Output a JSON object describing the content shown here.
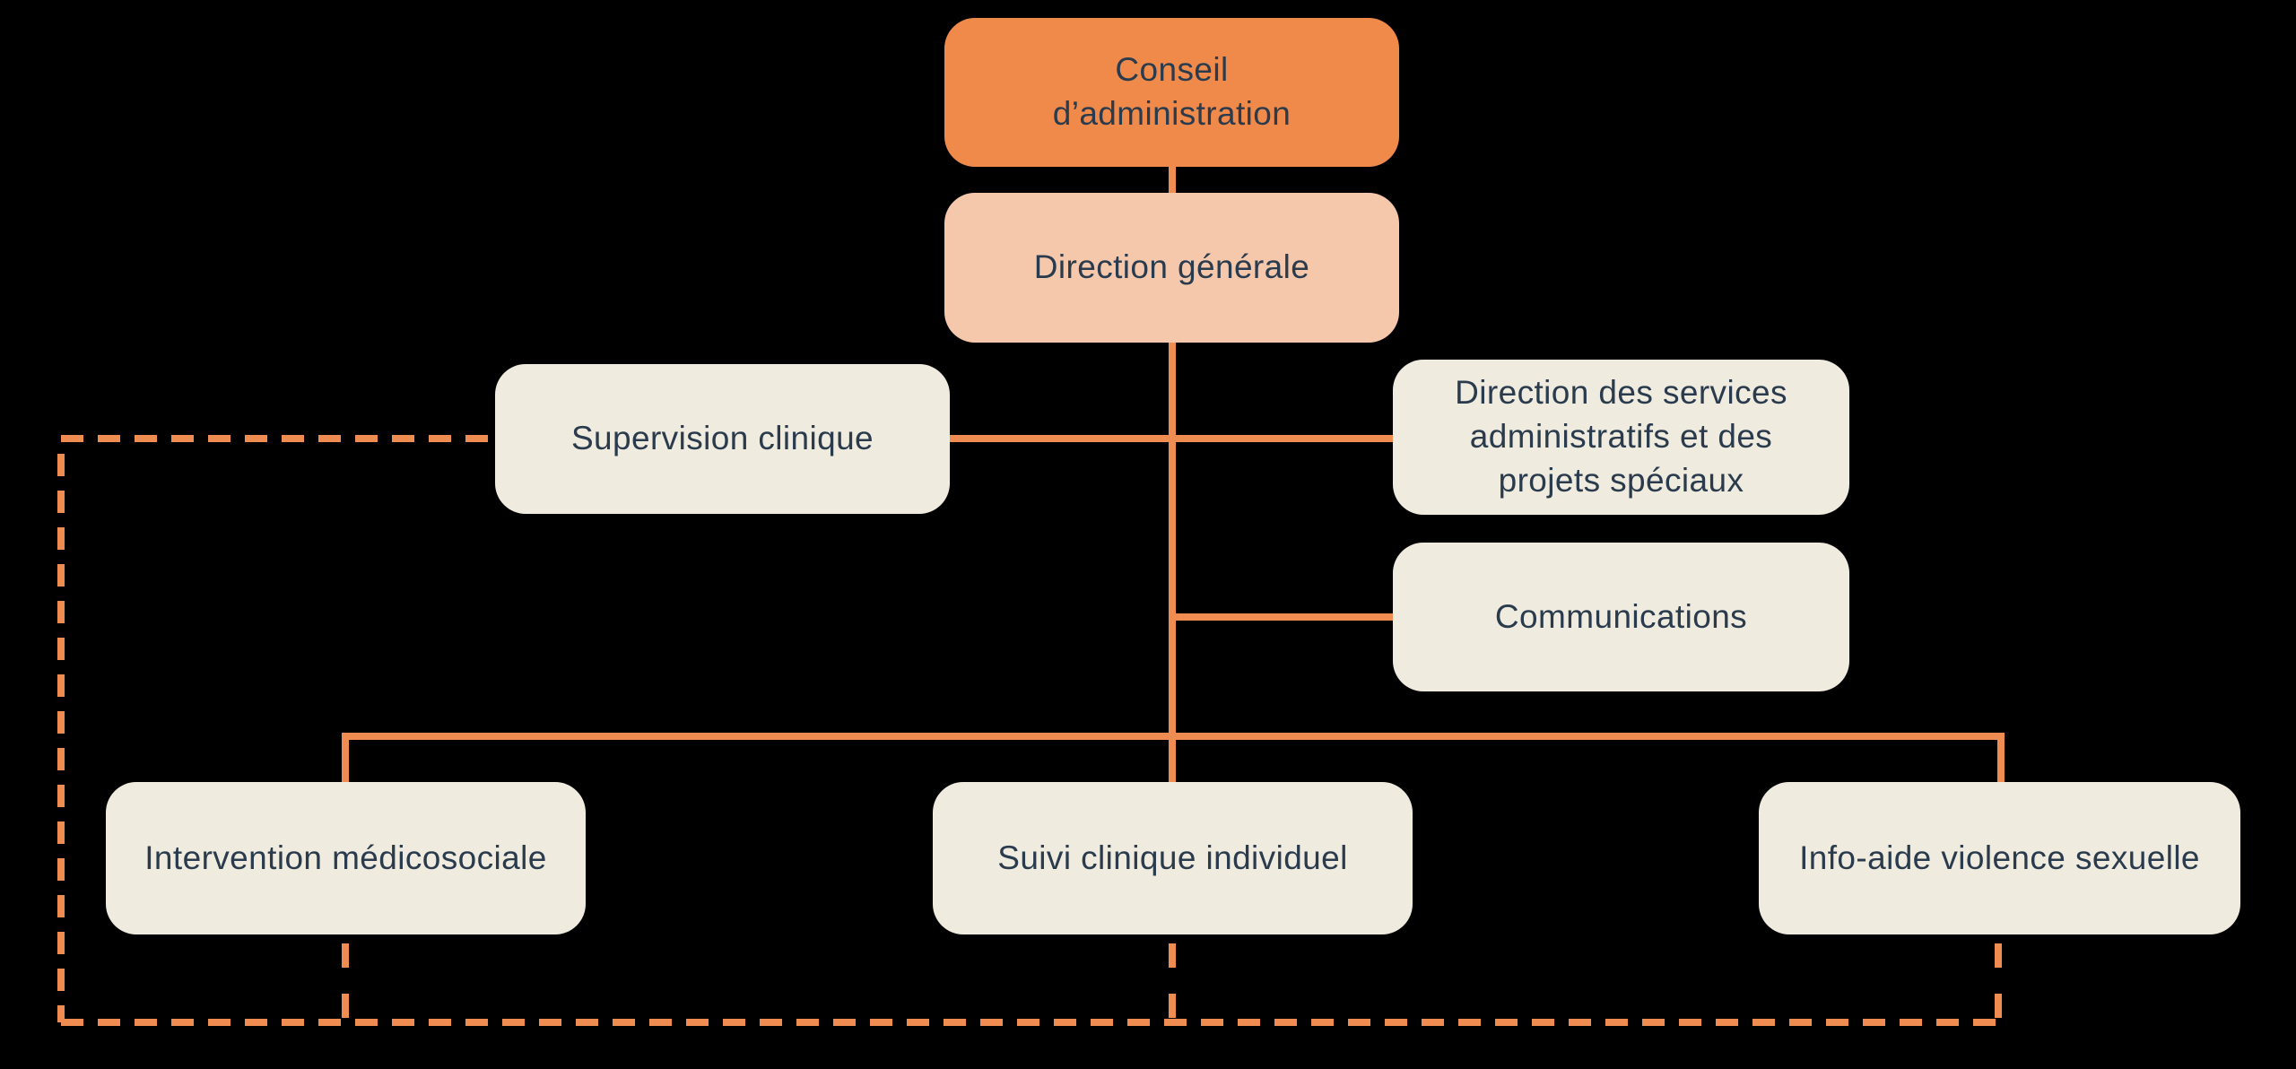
{
  "diagram": {
    "type": "org-chart",
    "language": "fr",
    "colors": {
      "background": "#000000",
      "connector_orange": "#EE8C51",
      "node_primary_orange": "#F08A4B",
      "node_secondary_salmon": "#F5C7AB",
      "node_default_cream": "#F0EBDF",
      "label_text": "#2A3B4D"
    },
    "nodes": [
      {
        "id": "conseil",
        "label": "Conseil\nd’administration",
        "variant": "primary",
        "level": 1
      },
      {
        "id": "direction-generale",
        "label": "Direction générale",
        "variant": "secondary",
        "level": 2
      },
      {
        "id": "supervision-clinique",
        "label": "Supervision clinique",
        "variant": "default",
        "level": 3
      },
      {
        "id": "direction-services-administratifs",
        "label": "Direction des services\nadministratifs et des\nprojets spéciaux",
        "variant": "default",
        "level": 3
      },
      {
        "id": "communications",
        "label": "Communications",
        "variant": "default",
        "level": 3
      },
      {
        "id": "intervention-medicosociale",
        "label": "Intervention médicosociale",
        "variant": "default",
        "level": 4
      },
      {
        "id": "suivi-clinique-individuel",
        "label": "Suivi clinique individuel",
        "variant": "default",
        "level": 4
      },
      {
        "id": "info-aide-violence-sexuelle",
        "label": "Info-aide violence sexuelle",
        "variant": "default",
        "level": 4
      }
    ],
    "edges": [
      {
        "from": "conseil",
        "to": "direction-generale",
        "style": "solid"
      },
      {
        "from": "direction-generale",
        "to": "supervision-clinique",
        "style": "solid"
      },
      {
        "from": "direction-generale",
        "to": "direction-services-administratifs",
        "style": "solid"
      },
      {
        "from": "direction-generale",
        "to": "communications",
        "style": "solid"
      },
      {
        "from": "direction-generale",
        "to": "intervention-medicosociale",
        "style": "solid"
      },
      {
        "from": "direction-generale",
        "to": "suivi-clinique-individuel",
        "style": "solid"
      },
      {
        "from": "direction-generale",
        "to": "info-aide-violence-sexuelle",
        "style": "solid"
      },
      {
        "from": "supervision-clinique",
        "to": "intervention-medicosociale",
        "style": "dashed"
      },
      {
        "from": "supervision-clinique",
        "to": "suivi-clinique-individuel",
        "style": "dashed"
      },
      {
        "from": "supervision-clinique",
        "to": "info-aide-violence-sexuelle",
        "style": "dashed"
      }
    ]
  }
}
